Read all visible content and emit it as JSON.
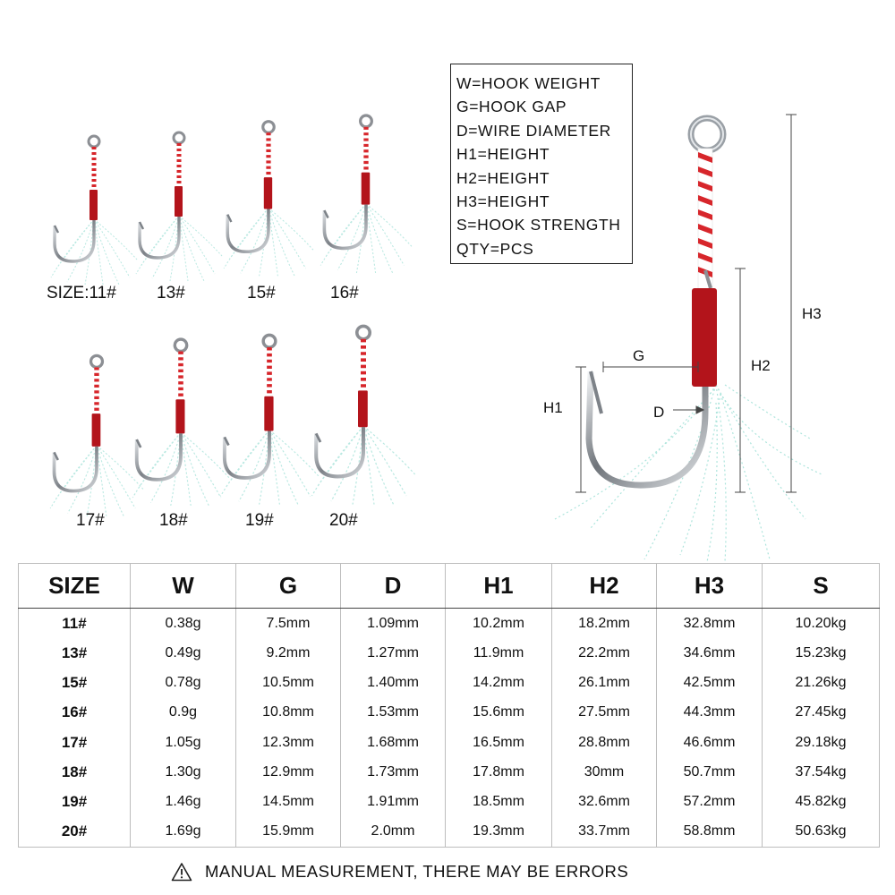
{
  "sizes_top": [
    "SIZE:11#",
    "13#",
    "15#",
    "16#"
  ],
  "sizes_bottom": [
    "17#",
    "18#",
    "19#",
    "20#"
  ],
  "legend": [
    "W=HOOK WEIGHT",
    "G=HOOK GAP",
    "D=WIRE DIAMETER",
    "H1=HEIGHT",
    "H2=HEIGHT",
    "H3=HEIGHT",
    "S=HOOK STRENGTH",
    "QTY=PCS"
  ],
  "diagram_labels": {
    "g": "G",
    "d": "D",
    "h1": "H1",
    "h2": "H2",
    "h3": "H3"
  },
  "table": {
    "headers": [
      "SIZE",
      "W",
      "G",
      "D",
      "H1",
      "H2",
      "H3",
      "S"
    ],
    "rows": [
      [
        "11#",
        "0.38g",
        "7.5mm",
        "1.09mm",
        "10.2mm",
        "18.2mm",
        "32.8mm",
        "10.20kg"
      ],
      [
        "13#",
        "0.49g",
        "9.2mm",
        "1.27mm",
        "11.9mm",
        "22.2mm",
        "34.6mm",
        "15.23kg"
      ],
      [
        "15#",
        "0.78g",
        "10.5mm",
        "1.40mm",
        "14.2mm",
        "26.1mm",
        "42.5mm",
        "21.26kg"
      ],
      [
        "16#",
        "0.9g",
        "10.8mm",
        "1.53mm",
        "15.6mm",
        "27.5mm",
        "44.3mm",
        "27.45kg"
      ],
      [
        "17#",
        "1.05g",
        "12.3mm",
        "1.68mm",
        "16.5mm",
        "28.8mm",
        "46.6mm",
        "29.18kg"
      ],
      [
        "18#",
        "1.30g",
        "12.9mm",
        "1.73mm",
        "17.8mm",
        "30mm",
        "50.7mm",
        "37.54kg"
      ],
      [
        "19#",
        "1.46g",
        "14.5mm",
        "1.91mm",
        "18.5mm",
        "32.6mm",
        "57.2mm",
        "45.82kg"
      ],
      [
        "20#",
        "1.69g",
        "15.9mm",
        "2.0mm",
        "19.3mm",
        "33.7mm",
        "58.8mm",
        "50.63kg"
      ]
    ]
  },
  "notice": "MANUAL MEASUREMENT, THERE MAY BE ERRORS",
  "colors": {
    "rope_red": "#d7262b",
    "wrap_red": "#b3141b",
    "hook_steel": "#8c8f94",
    "flash": "#9fe0d6"
  },
  "icons": {
    "notice": "warning-icon"
  }
}
